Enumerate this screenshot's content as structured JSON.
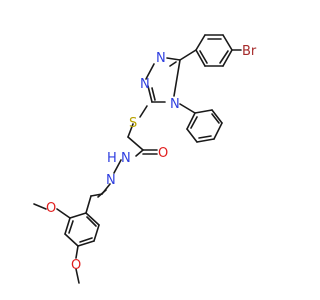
{
  "molecule": {
    "atom_labels": {
      "br": "Br",
      "n_triazole_top": "N",
      "n_triazole_left": "N",
      "n_triazole_phenyl": "N",
      "s": "S",
      "o_carbonyl": "O",
      "nh": "N",
      "h": "H",
      "n_imine": "N",
      "o_methoxy_top": "O",
      "o_methoxy_bottom": "O"
    },
    "colors": {
      "carbon_bond": "#1a1a1a",
      "nitrogen": "#2f3fe0",
      "oxygen": "#e11d1d",
      "sulfur": "#b8a200",
      "bromine": "#a52a2a"
    }
  }
}
